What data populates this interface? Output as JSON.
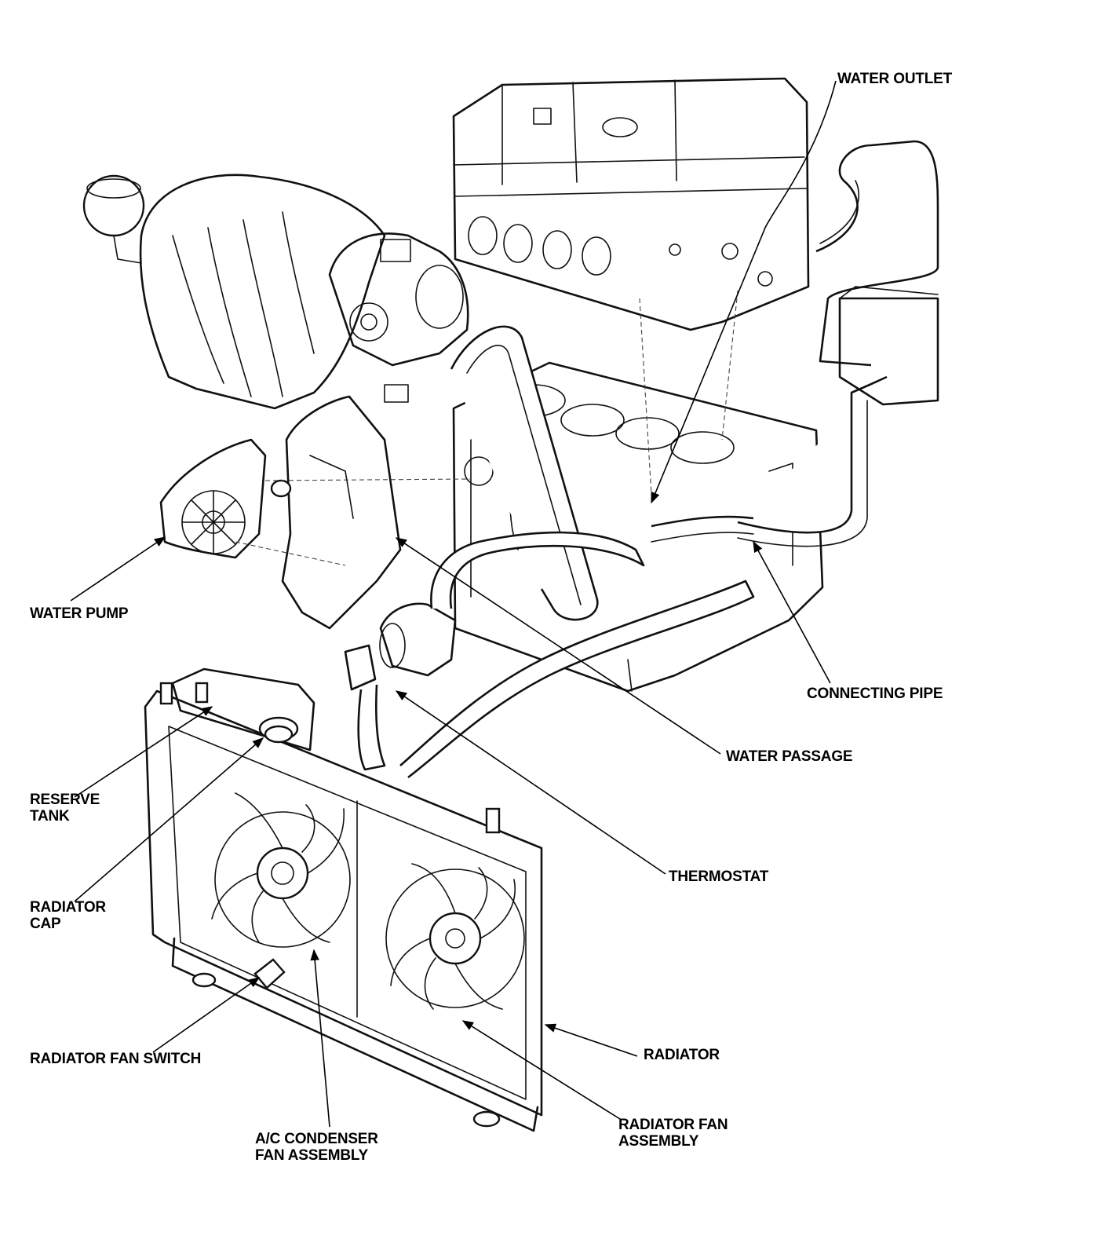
{
  "labels": {
    "water_outlet": "WATER OUTLET",
    "water_pump": "WATER PUMP",
    "connecting_pipe": "CONNECTING PIPE",
    "water_passage": "WATER PASSAGE",
    "reserve_tank": [
      "RESERVE",
      "TANK"
    ],
    "thermostat": "THERMOSTAT",
    "radiator_cap": [
      "RADIATOR",
      "CAP"
    ],
    "radiator_fan_switch": "RADIATOR FAN SWITCH",
    "radiator": "RADIATOR",
    "ac_condenser_fan_assembly": [
      "A/C CONDENSER",
      "FAN ASSEMBLY"
    ],
    "radiator_fan_assembly": [
      "RADIATOR FAN",
      "ASSEMBLY"
    ]
  }
}
